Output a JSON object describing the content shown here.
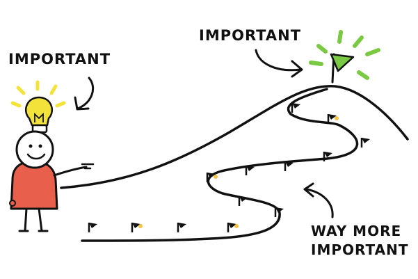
{
  "labels": {
    "left": "IMPORTANT",
    "top": "IMPORTANT",
    "bottom_line1": "WAY MORE",
    "bottom_line2": "IMPORTANT"
  },
  "icons": [
    "lightbulb-icon",
    "flag-icon",
    "arrow-icon",
    "stick-figure"
  ],
  "colors": {
    "ink": "#111111",
    "shirt": "#e8604c",
    "bulb_glow": "#f2e23a",
    "summit_glow": "#7ac943",
    "flag_dot": "#f6c343"
  }
}
